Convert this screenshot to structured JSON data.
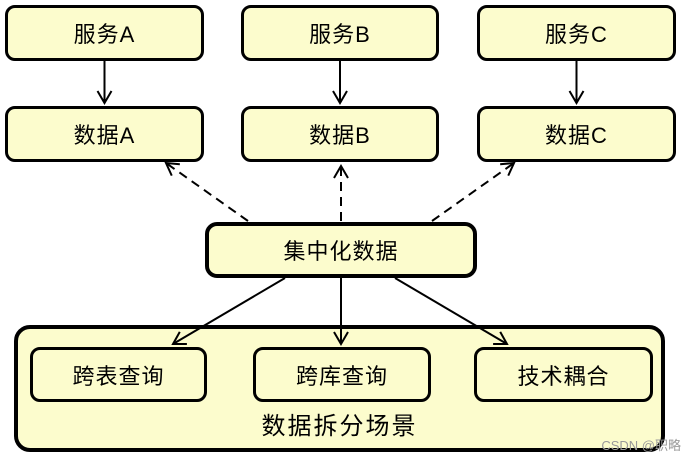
{
  "diagram": {
    "title": "data-splitting-scenario-diagram",
    "colors": {
      "background": "#ffffff",
      "node_fill": "#FCFCCD",
      "node_border": "#000000",
      "watermark_gray": "#9a9a9a"
    },
    "nodes": {
      "service_a": "服务A",
      "service_b": "服务B",
      "service_c": "服务C",
      "data_a": "数据A",
      "data_b": "数据B",
      "data_c": "数据C",
      "centralized_data": "集中化数据",
      "cross_table_query": "跨表查询",
      "cross_db_query": "跨库查询",
      "tech_coupling": "技术耦合",
      "container_label": "数据拆分场景"
    },
    "edges": [
      {
        "from": "service_a",
        "to": "data_a",
        "style": "solid-arrow"
      },
      {
        "from": "service_b",
        "to": "data_b",
        "style": "solid-arrow"
      },
      {
        "from": "service_c",
        "to": "data_c",
        "style": "solid-arrow"
      },
      {
        "from": "centralized_data",
        "to": "data_a",
        "style": "dashed-arrow"
      },
      {
        "from": "centralized_data",
        "to": "data_b",
        "style": "dashed-arrow"
      },
      {
        "from": "centralized_data",
        "to": "data_c",
        "style": "dashed-arrow"
      },
      {
        "from": "centralized_data",
        "to": "cross_table_query",
        "style": "solid-arrow"
      },
      {
        "from": "centralized_data",
        "to": "cross_db_query",
        "style": "solid-arrow"
      },
      {
        "from": "centralized_data",
        "to": "tech_coupling",
        "style": "solid-arrow"
      }
    ],
    "watermark": "CSDN @职略"
  }
}
